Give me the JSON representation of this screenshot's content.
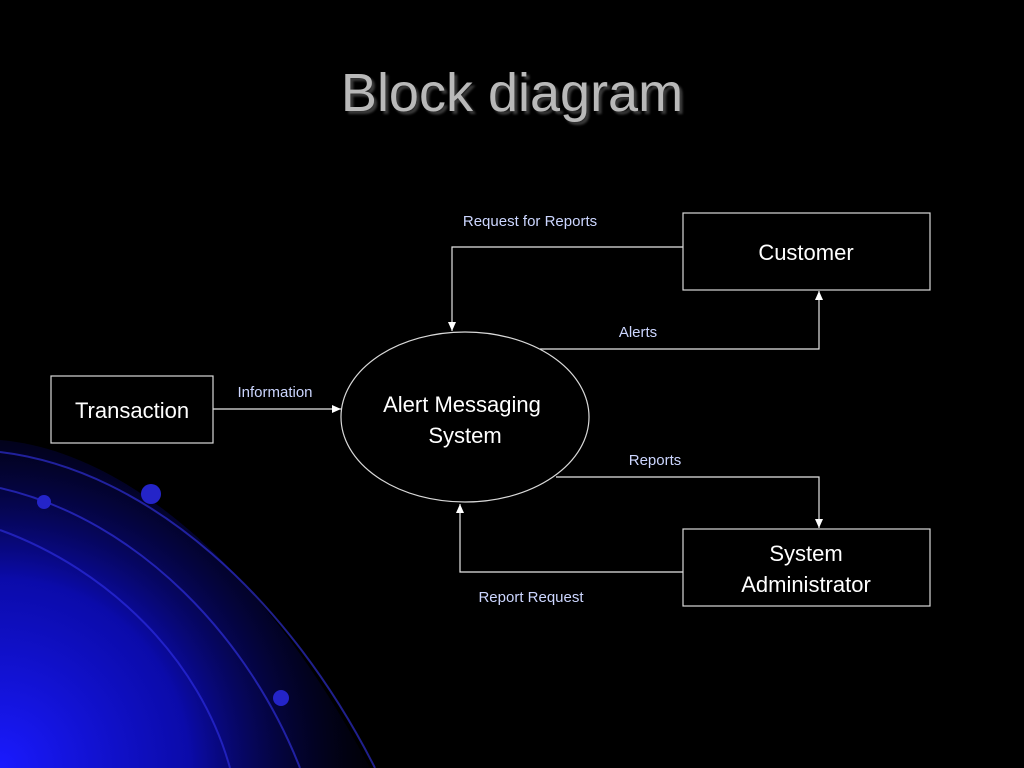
{
  "title": "Block diagram",
  "nodes": {
    "transaction": {
      "label": "Transaction"
    },
    "ams": {
      "lines": [
        "Alert Messaging",
        "System"
      ]
    },
    "customer": {
      "label": "Customer"
    },
    "sysadmin": {
      "lines": [
        "System",
        "Administrator"
      ]
    }
  },
  "edges": {
    "information": "Information",
    "request_for_reports": "Request for Reports",
    "alerts": "Alerts",
    "reports": "Reports",
    "report_request": "Report Request"
  },
  "colors": {
    "background": "#000000",
    "accent": "#1a1aff",
    "title": "#b9b9b9",
    "edge_label": "#ccd6ff"
  }
}
